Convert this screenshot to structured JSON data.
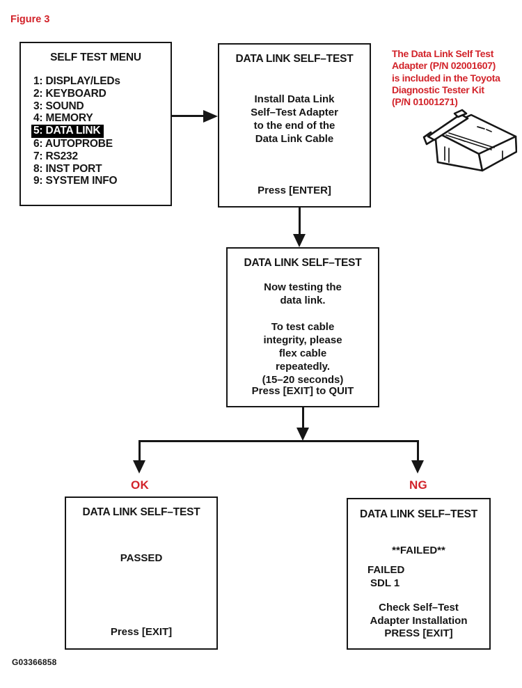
{
  "figure_label": "Figure 3",
  "footer_code": "G03366858",
  "colors": {
    "accent_red": "#d2232a",
    "ink": "#161616",
    "highlight_bg": "#000000",
    "highlight_text": "#ffffff"
  },
  "menu_box": {
    "title": "SELF TEST MENU",
    "items": [
      {
        "label": "1: DISPLAY/LEDs",
        "selected": false
      },
      {
        "label": "2: KEYBOARD",
        "selected": false
      },
      {
        "label": "3: SOUND",
        "selected": false
      },
      {
        "label": "4: MEMORY",
        "selected": false
      },
      {
        "label": "5: DATA LINK",
        "selected": true
      },
      {
        "label": "6: AUTOPROBE",
        "selected": false
      },
      {
        "label": "7: RS232",
        "selected": false
      },
      {
        "label": "8: INST PORT",
        "selected": false
      },
      {
        "label": "9: SYSTEM INFO",
        "selected": false
      }
    ]
  },
  "install_box": {
    "title": "DATA LINK SELF–TEST",
    "body_lines": [
      "Install Data Link",
      "Self–Test Adapter",
      "to the end of the",
      "Data Link Cable"
    ],
    "action": "Press [ENTER]"
  },
  "adapter_note": {
    "lines": [
      "The Data Link Self Test",
      "Adapter (P/N 02001607)",
      "is included in the Toyota",
      "Diagnostic Tester Kit",
      "(P/N 01001271)"
    ],
    "illustration": "data-link-self-test-adapter"
  },
  "testing_box": {
    "title": "DATA LINK SELF–TEST",
    "status_lines": [
      "Now testing the",
      "data link."
    ],
    "instruction_lines": [
      "To test cable",
      "integrity, please",
      "flex cable",
      "repeatedly.",
      "(15–20 seconds)"
    ],
    "action": "Press [EXIT] to QUIT"
  },
  "branch": {
    "ok_label": "OK",
    "ng_label": "NG"
  },
  "passed_box": {
    "title": "DATA LINK SELF–TEST",
    "result": "PASSED",
    "action": "Press [EXIT]"
  },
  "failed_box": {
    "title": "DATA LINK SELF–TEST",
    "result_header": "**FAILED**",
    "detail_lines": [
      "FAILED",
      "SDL 1"
    ],
    "advice_lines": [
      "Check Self–Test",
      "Adapter Installation"
    ],
    "action": "PRESS [EXIT]"
  }
}
